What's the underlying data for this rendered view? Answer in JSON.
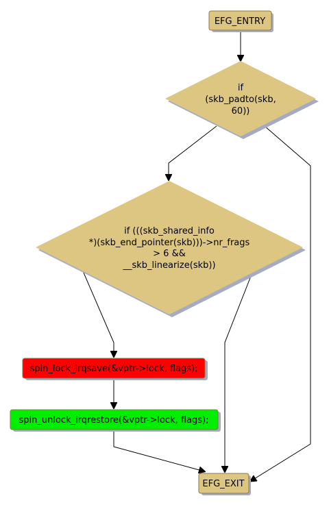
{
  "diagram": {
    "colors": {
      "terminal": "#dcc682",
      "decision": "#dcc682",
      "lock": "#ff0000",
      "unlock": "#00ee00",
      "shadow": "#a6acc0",
      "border": "#8a7a45"
    },
    "nodes": {
      "entry": {
        "label": "EFG_ENTRY"
      },
      "decision1": {
        "lines": [
          "if",
          "(skb_padto(skb,",
          "60))"
        ]
      },
      "decision2": {
        "lines": [
          "if (((skb_shared_info",
          "*)(skb_end_pointer(skb)))->nr_frags",
          "> 6 &&",
          "__skb_linearize(skb))"
        ]
      },
      "lock": {
        "label": "spin_lock_irqsave(&vptr->lock, flags);"
      },
      "unlock": {
        "label": "spin_unlock_irqrestore(&vptr->lock, flags);"
      },
      "exit": {
        "label": "EFG_EXIT"
      }
    }
  }
}
